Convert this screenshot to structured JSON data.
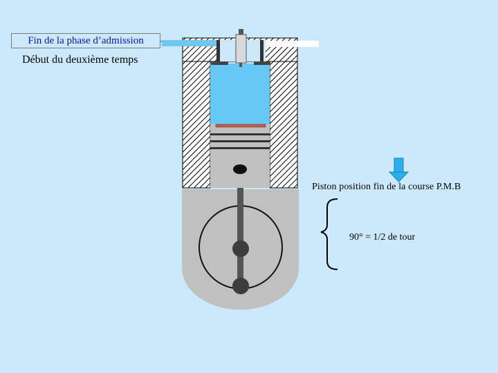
{
  "title": "Fin de la phase d’admission",
  "subtitle": "Début du deuxième temps",
  "piston_label": "Piston position fin de la course  P.M.B",
  "angle_label": "90°  =  1/2 de tour",
  "colors": {
    "background": "#cce9fb",
    "title_text": "#1212a8",
    "chamber": "#65c8f5",
    "arrow": "#2ab0ee",
    "metal": "#c0c0c0",
    "intake_pipe": "#6ec6f2",
    "exhaust_pipe": "#ffffff"
  }
}
